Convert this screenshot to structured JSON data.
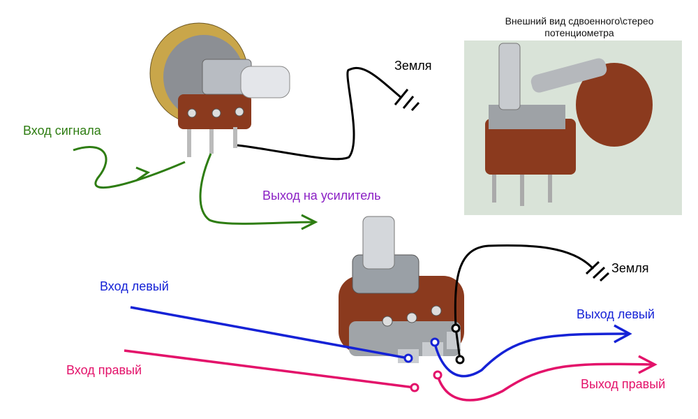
{
  "photo_caption": "Внешний вид сдвоенного\\стерео потенциометра",
  "mono": {
    "ground": "Земля",
    "input": "Вход сигнала",
    "output": "Выход на усилитель"
  },
  "stereo": {
    "ground": "Земля",
    "input_left": "Вход левый",
    "input_right": "Вход правый",
    "output_left": "Выход левый",
    "output_right": "Выход правый"
  },
  "colors": {
    "mono_signal": "#2e7d12",
    "output_label": "#8a1fc4",
    "left": "#1522d6",
    "right": "#e3126a",
    "ground": "#000000"
  }
}
